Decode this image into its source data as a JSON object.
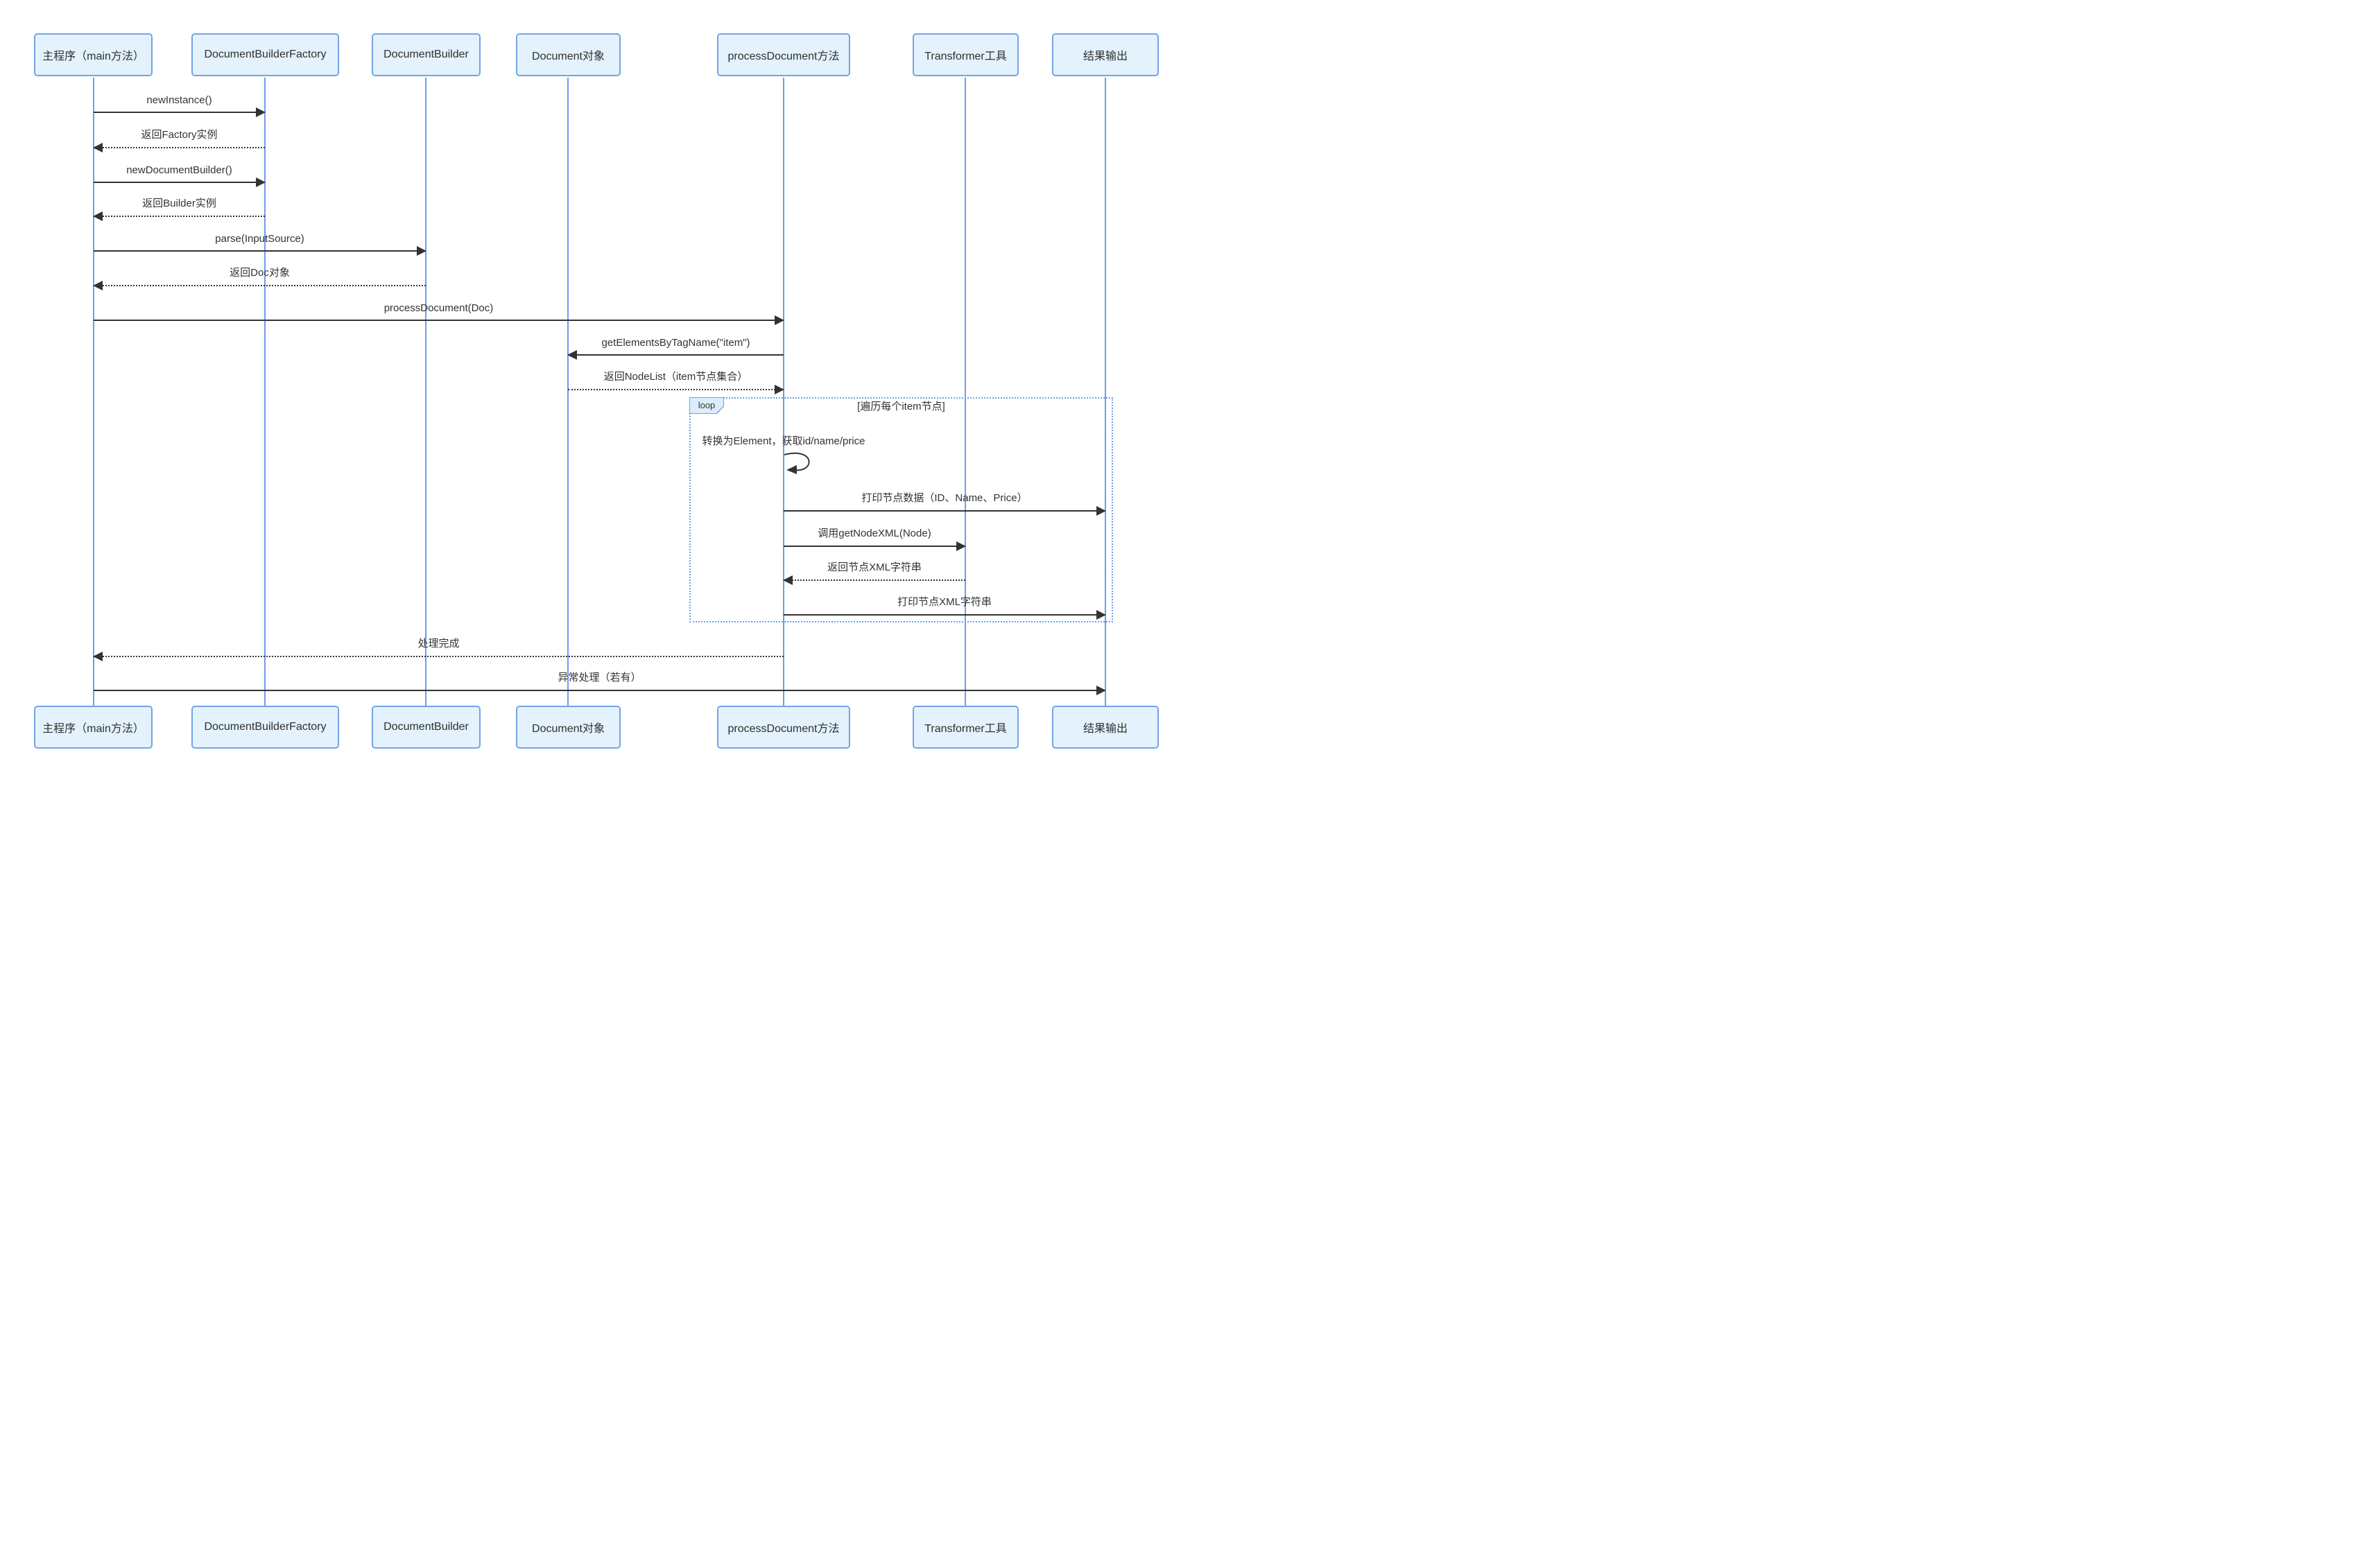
{
  "diagram": {
    "type": "sequence",
    "participants": [
      {
        "id": "main",
        "label": "主程序（main方法）"
      },
      {
        "id": "factory",
        "label": "DocumentBuilderFactory"
      },
      {
        "id": "builder",
        "label": "DocumentBuilder"
      },
      {
        "id": "document",
        "label": "Document对象"
      },
      {
        "id": "process",
        "label": "processDocument方法"
      },
      {
        "id": "transformer",
        "label": "Transformer工具"
      },
      {
        "id": "output",
        "label": "结果输出"
      }
    ],
    "messages": [
      {
        "from": "main",
        "to": "factory",
        "text": "newInstance()",
        "style": "solid"
      },
      {
        "from": "factory",
        "to": "main",
        "text": "返回Factory实例",
        "style": "dashed"
      },
      {
        "from": "main",
        "to": "factory",
        "text": "newDocumentBuilder()",
        "style": "solid"
      },
      {
        "from": "factory",
        "to": "main",
        "text": "返回Builder实例",
        "style": "dashed"
      },
      {
        "from": "main",
        "to": "builder",
        "text": "parse(InputSource)",
        "style": "solid"
      },
      {
        "from": "builder",
        "to": "main",
        "text": "返回Doc对象",
        "style": "dashed"
      },
      {
        "from": "main",
        "to": "process",
        "text": "processDocument(Doc)",
        "style": "solid"
      },
      {
        "from": "process",
        "to": "document",
        "text": "getElementsByTagName(\"item\")",
        "style": "solid"
      },
      {
        "from": "document",
        "to": "process",
        "text": "返回NodeList（item节点集合）",
        "style": "dashed"
      },
      {
        "from": "process",
        "to": "process",
        "text": "转换为Element，获取id/name/price",
        "style": "self"
      },
      {
        "from": "process",
        "to": "output",
        "text": "打印节点数据（ID、Name、Price）",
        "style": "solid"
      },
      {
        "from": "process",
        "to": "transformer",
        "text": "调用getNodeXML(Node)",
        "style": "solid"
      },
      {
        "from": "transformer",
        "to": "process",
        "text": "返回节点XML字符串",
        "style": "dashed"
      },
      {
        "from": "process",
        "to": "output",
        "text": "打印节点XML字符串",
        "style": "solid"
      },
      {
        "from": "process",
        "to": "main",
        "text": "处理完成",
        "style": "dashed"
      },
      {
        "from": "main",
        "to": "output",
        "text": "异常处理（若有）",
        "style": "solid"
      }
    ],
    "loop": {
      "label": "loop",
      "condition": "[遍历每个item节点]"
    },
    "colors": {
      "participant_fill": "#E3F2FC",
      "participant_border": "#74A3E8",
      "lifeline": "#6D9EEF",
      "loop_border": "#6D9EEF",
      "loop_tab_fill": "#DCEEFD",
      "arrow": "#333333",
      "text": "#333333",
      "background": "#FFFFFF"
    }
  }
}
